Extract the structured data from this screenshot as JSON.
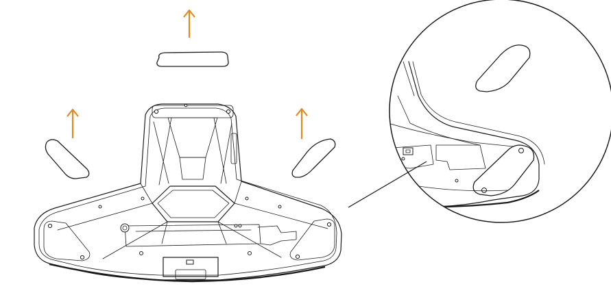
{
  "diagram": {
    "background": "#ffffff",
    "line_color": "#1a1a1a",
    "arrow_color": "#e08a1e",
    "arrows": [
      {
        "name": "lift-arrow-top",
        "direction": "up"
      },
      {
        "name": "lift-arrow-left",
        "direction": "up"
      },
      {
        "name": "lift-arrow-right",
        "direction": "up"
      }
    ],
    "parts": [
      {
        "name": "mouse-underside",
        "icon": "mouse-bottom-view"
      },
      {
        "name": "glide-pad-top",
        "icon": "skate-pad"
      },
      {
        "name": "glide-pad-left",
        "icon": "skate-pad"
      },
      {
        "name": "glide-pad-right",
        "icon": "skate-pad"
      },
      {
        "name": "detail-magnifier",
        "icon": "zoom-circle"
      }
    ]
  }
}
